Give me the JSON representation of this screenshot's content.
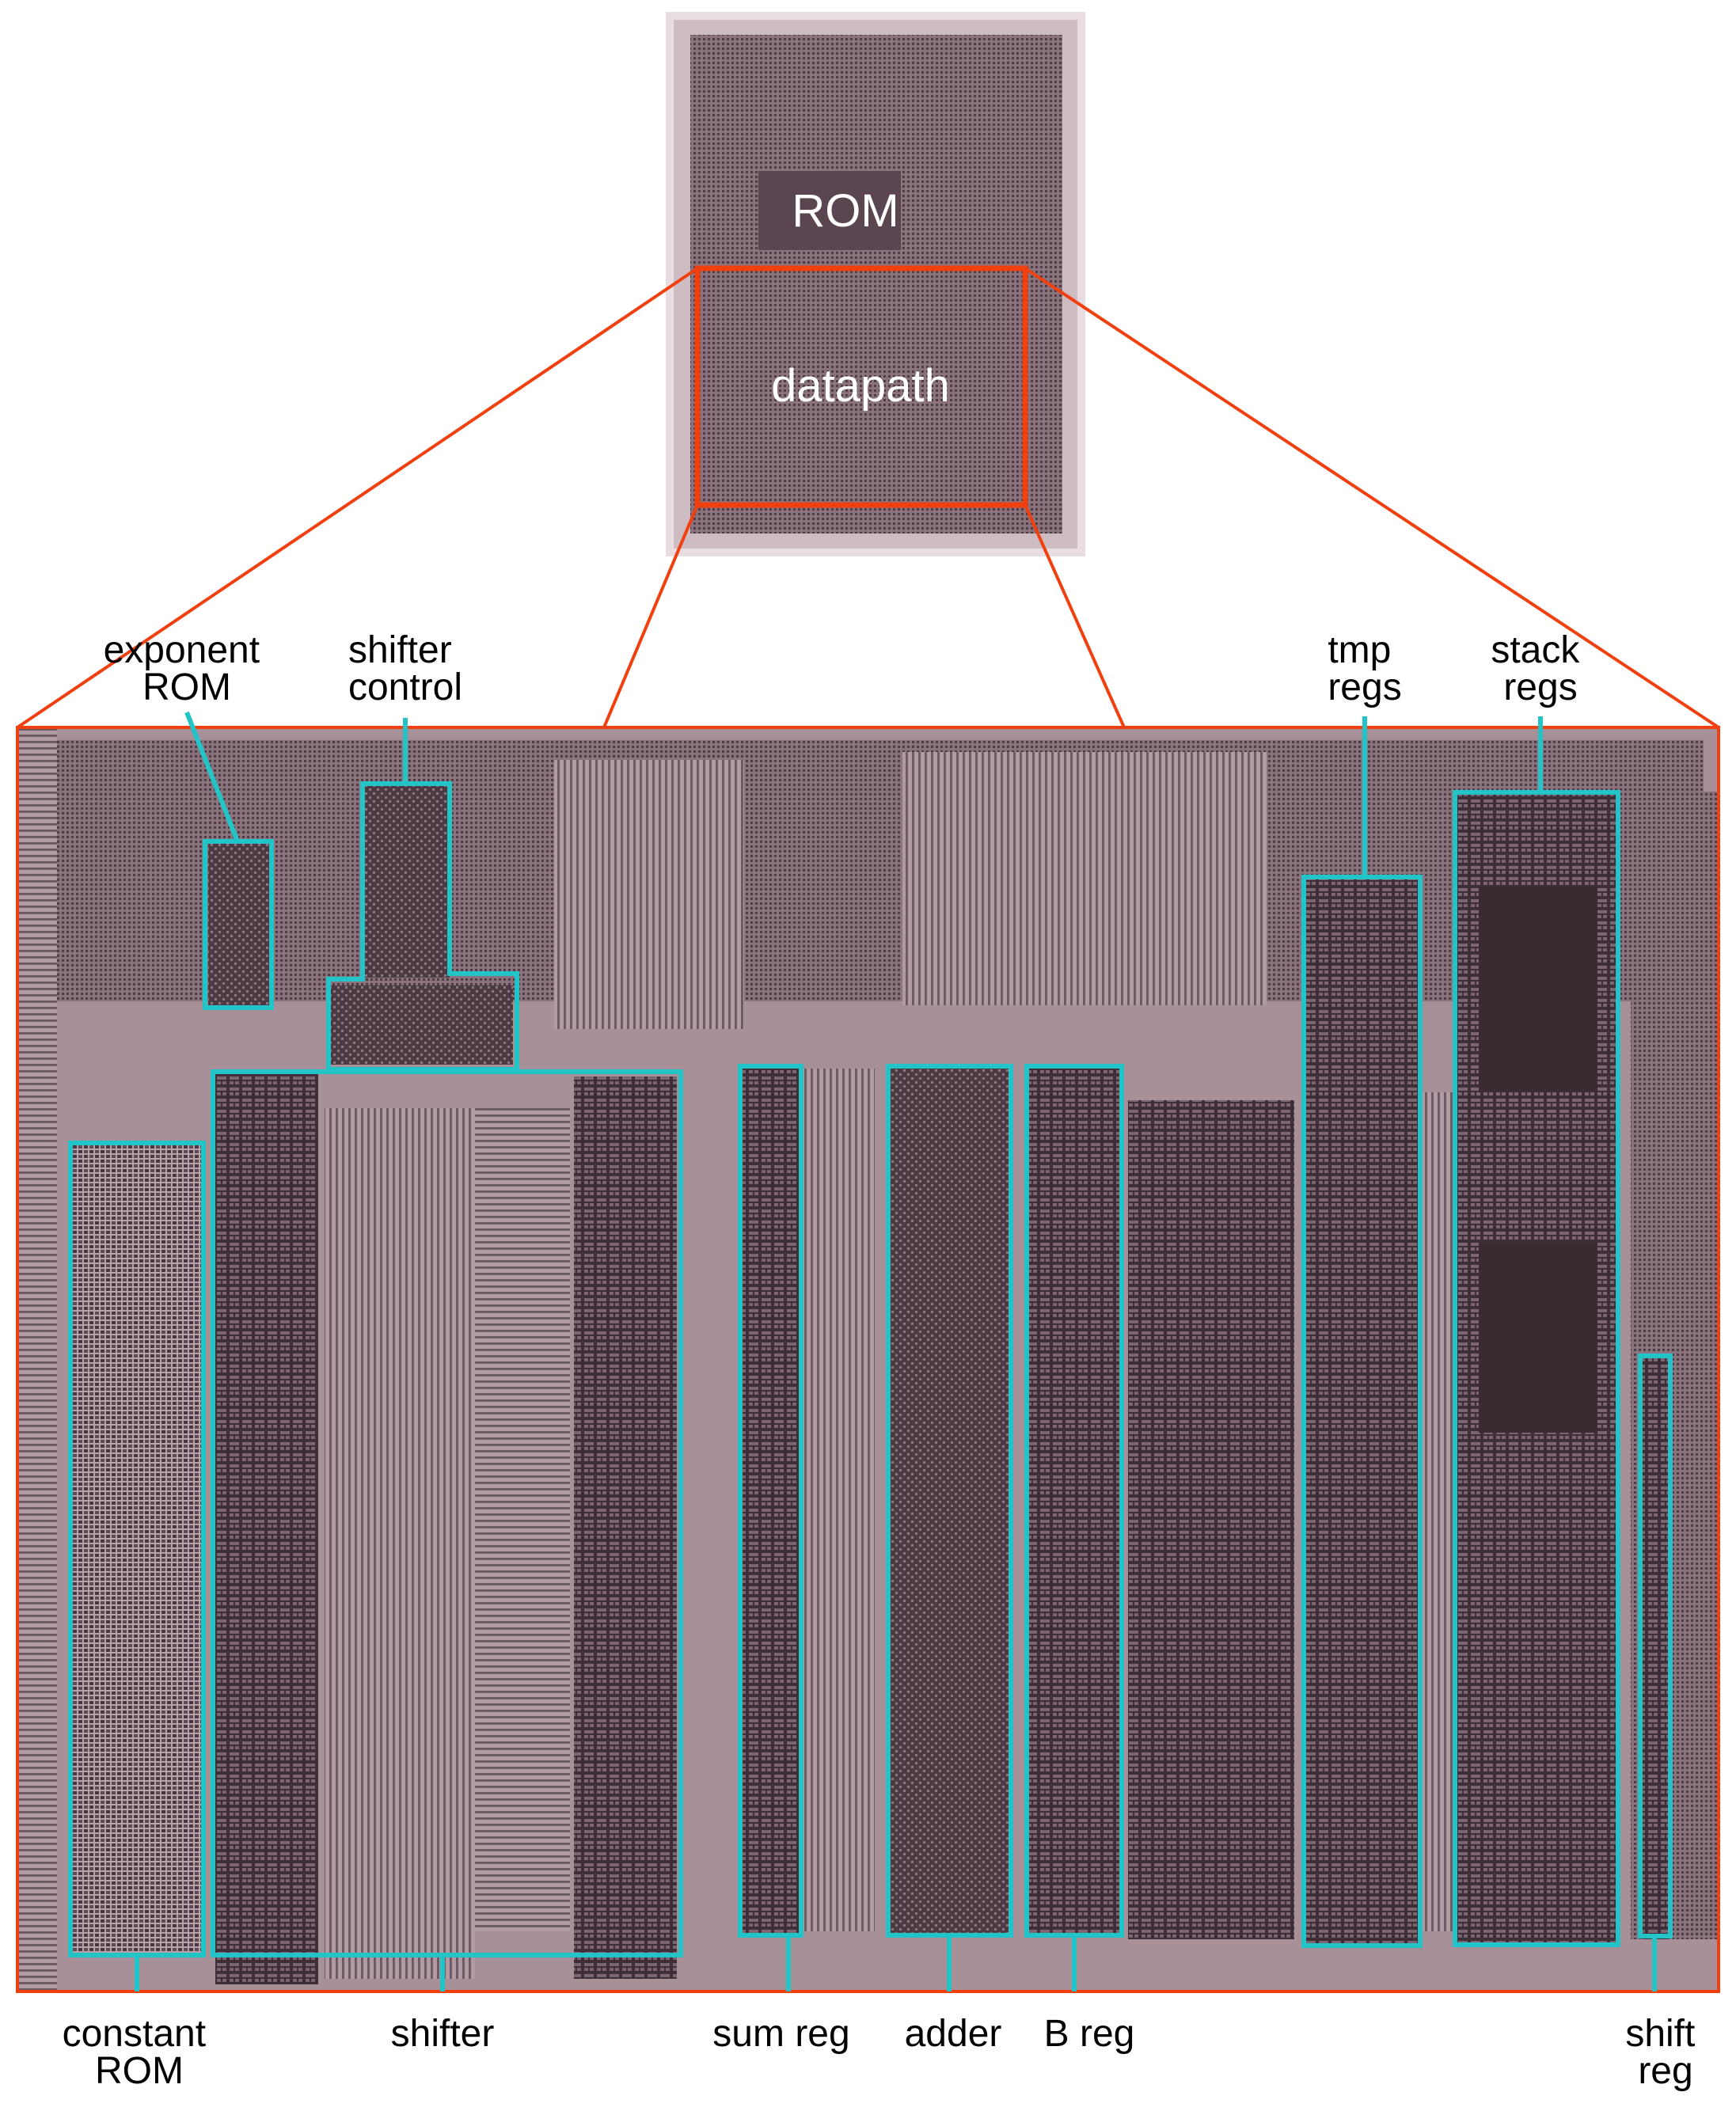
{
  "colors": {
    "zoom_outline": "#f04010",
    "block_outline": "#22c4c8",
    "die_metal": "#5a4750",
    "die_background": "#a89098",
    "label_text": "#000000",
    "chip_label_text": "#ffffff"
  },
  "chip_overview": {
    "rom_label": "ROM",
    "datapath_label": "datapath"
  },
  "labels": {
    "exponent_rom": [
      "exponent",
      "ROM"
    ],
    "shifter_control": [
      "shifter",
      "control"
    ],
    "tmp_regs": [
      "tmp",
      "regs"
    ],
    "stack_regs": [
      "stack",
      "regs"
    ],
    "constant_rom": [
      "constant",
      "ROM"
    ],
    "shifter": [
      "shifter"
    ],
    "sum_reg": [
      "sum reg"
    ],
    "adder": [
      "adder"
    ],
    "b_reg": [
      "B reg"
    ],
    "shift_reg": [
      "shift",
      "reg"
    ]
  }
}
